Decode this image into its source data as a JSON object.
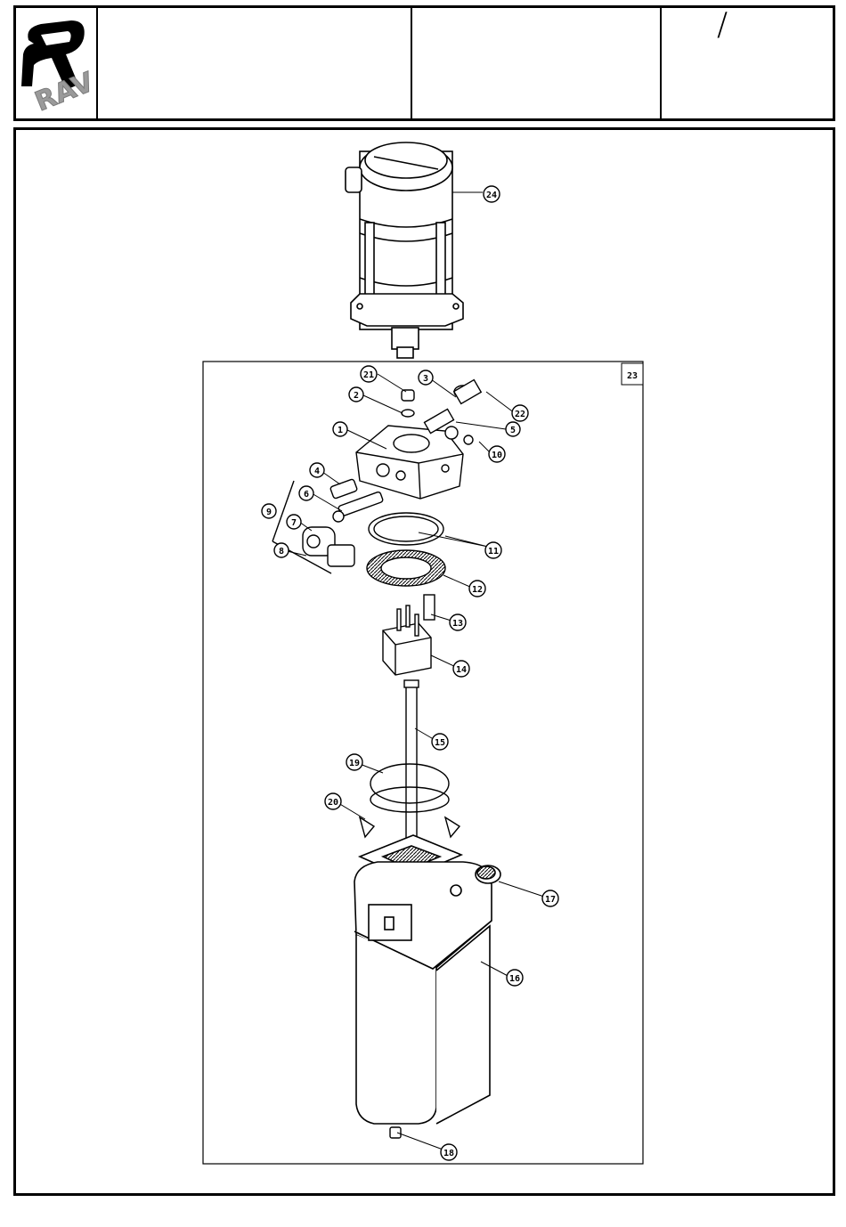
{
  "header": {
    "logo_text": "RAV",
    "page_mark": "/"
  },
  "diagram": {
    "assembly_label": "23",
    "callouts": [
      "1",
      "2",
      "3",
      "4",
      "5",
      "6",
      "7",
      "8",
      "9",
      "10",
      "11",
      "12",
      "13",
      "14",
      "15",
      "16",
      "17",
      "18",
      "19",
      "20",
      "21",
      "22",
      "24"
    ]
  },
  "colors": {
    "line": "#000000",
    "background": "#ffffff",
    "logo_grey": "#9a9a9a"
  }
}
